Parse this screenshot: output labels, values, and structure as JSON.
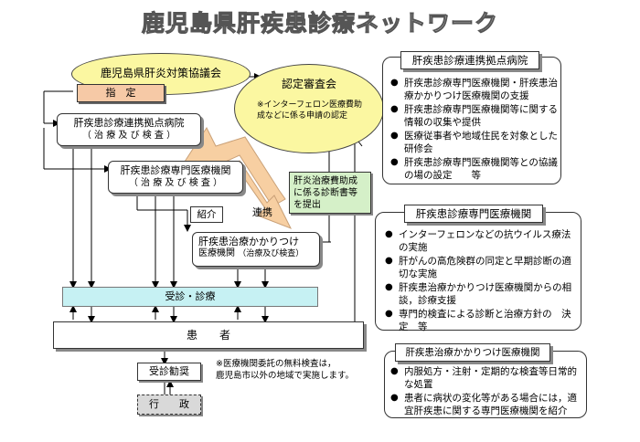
{
  "title": "鹿児島県肝疾患診療ネットワーク",
  "council": "鹿児島県肝炎対策協議会",
  "designation": "指　定",
  "review_board": {
    "title": "認定審査会",
    "desc1": "※インターフェロン医療費助",
    "desc2": "成などに係る申請の認定"
  },
  "hub_hospital": {
    "name": "肝疾患診療連携拠点病院",
    "sub": "（ 治 療 及 び 検 査 ）"
  },
  "specialist": {
    "name": "肝疾患診療専門医療機関",
    "sub": "（ 治 療 及 び 検 査 ）"
  },
  "family_doctor": {
    "name1": "肝疾患治療かかりつけ",
    "name2": "医療機関",
    "sub": "（治療及び検査）"
  },
  "labels": {
    "referral": "紹介",
    "cooperation": "連携",
    "diagnosis_doc1": "肝炎治療費助成",
    "diagnosis_doc2": "に係る診断書等",
    "diagnosis_doc3": "を提出",
    "consult": "受診・診療",
    "patient": "患　　者",
    "recommend": "受診勧奨",
    "admin": "行　　政",
    "note1": "※医療機関委託の無料検査は，",
    "note2": "鹿児島市以外の地域で実施します。"
  },
  "panel_hub": {
    "header": "肝疾患診療連携拠点病院",
    "items": [
      "肝疾患診療専門医療機関・肝疾患治療かかりつけ医療機関の支援",
      "肝疾患診療専門医療機関等に関する情報の収集や提供",
      "医療従事者や地域住民を対象とした研修会",
      "肝疾患診療専門医療機関等との協議の場の設定　　等"
    ]
  },
  "panel_specialist": {
    "header": "肝疾患診療専門医療機関",
    "items": [
      "インターフェロンなどの抗ウイルス療法の実施",
      "肝がんの高危険群の同定と早期診断の適切な実施",
      "肝疾患治療かかりつけ医療機関からの相談，診療支援",
      "専門的検査による診断と治療方針の　決定　等"
    ]
  },
  "panel_family": {
    "header": "肝疾患治療かかりつけ医療機関",
    "items": [
      "内服処方・注射・定期的な検査等日常的な処置",
      "患者に病状の変化等がある場合には，適宜肝疾患に関する専門医療機関を紹介"
    ]
  },
  "colors": {
    "ellipse": "#fbf7a1",
    "designation": "#f6c9a6",
    "referral_arrow": "#f7cfa2",
    "green_box": "#d5f0c8",
    "cyan_bar": "#c6f1f3",
    "admin_bg": "#d9d9d9"
  }
}
